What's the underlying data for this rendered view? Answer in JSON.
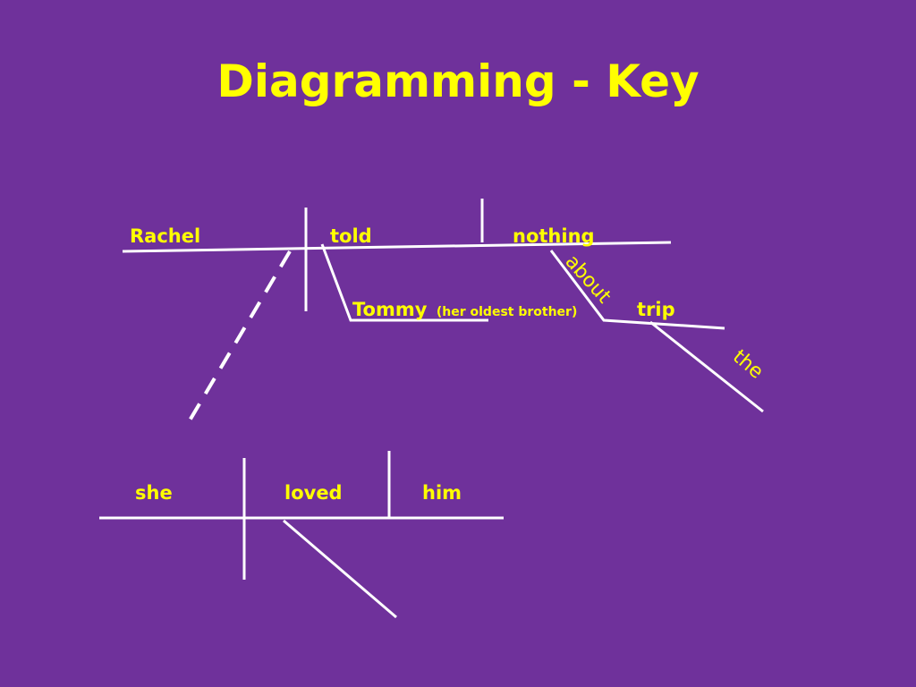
{
  "title": "Diagramming - Key",
  "main_clause": {
    "subject": "Rachel",
    "verb": "told",
    "direct_object": "nothing",
    "indirect_object": "Tommy",
    "appositive": "(her oldest brother)",
    "preposition": "about",
    "prep_object": "trip",
    "article": "the"
  },
  "sub_clause": {
    "subject": "she",
    "verb": "loved",
    "direct_object": "him"
  },
  "colors": {
    "background": "#6f319b",
    "text": "#ffff00",
    "lines": "#ffffff"
  }
}
